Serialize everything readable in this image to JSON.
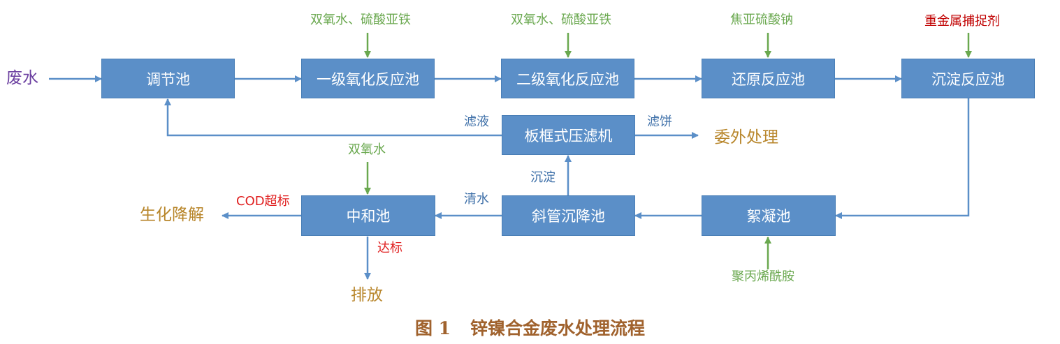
{
  "input": "废水",
  "units": {
    "regulating_tank": "调节池",
    "oxidation_1": "一级氧化反应池",
    "oxidation_2": "二级氧化反应池",
    "reduction": "还原反应池",
    "precipitation": "沉淀反应池",
    "filter_press": "板框式压滤机",
    "neutralization": "中和池",
    "inclined_settler": "斜管沉降池",
    "flocculation": "絮凝池"
  },
  "reagents": {
    "oxidation_1": "双氧水、硫酸亚铁",
    "oxidation_2": "双氧水、硫酸亚铁",
    "reduction": "焦亚硫酸钠",
    "precipitation": "重金属捕捉剂",
    "neutralization": "双氧水",
    "flocculation": "聚丙烯酰胺"
  },
  "streams": {
    "filtrate": "滤液",
    "filter_cake": "滤饼",
    "sediment": "沉淀",
    "clear_water": "清水",
    "cod_exceed": "COD超标",
    "compliant": "达标"
  },
  "outputs": {
    "outsourced": "委外处理",
    "biodegradation": "生化降解",
    "discharge": "排放"
  },
  "caption": {
    "figure_no": "图 1",
    "title": "锌镍合金废水处理流程"
  },
  "colors": {
    "box_fill": "#5b8fc8",
    "arrow_blue": "#5b8fc8",
    "arrow_green": "#6aa84f",
    "reagent_green": "#6aa84f",
    "warning_red": "#e02020",
    "output_gold": "#b8862b",
    "input_purple": "#6b3fa0",
    "caption_brown": "#a0622d"
  }
}
